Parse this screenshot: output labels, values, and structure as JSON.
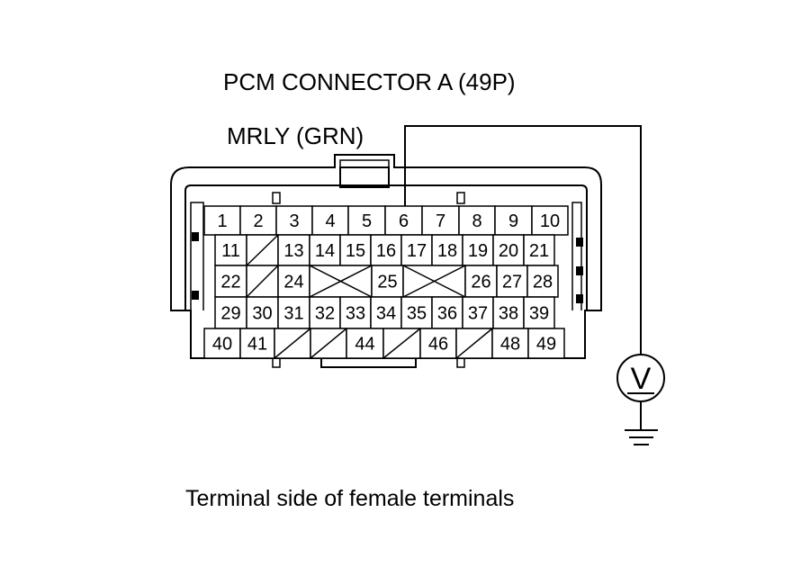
{
  "title": "PCM CONNECTOR A (49P)",
  "wire_label": "MRLY (GRN)",
  "caption": "Terminal side of female terminals",
  "meter_symbol": "V",
  "icons": [
    "voltmeter-icon",
    "ground-icon"
  ],
  "connector": {
    "rows": [
      [
        "1",
        "2",
        "3",
        "4",
        "5",
        "6",
        "7",
        "8",
        "9",
        "10"
      ],
      [
        "11",
        "",
        "13",
        "14",
        "15",
        "16",
        "17",
        "18",
        "19",
        "20",
        "21"
      ],
      [
        "22",
        "",
        "24",
        "",
        "25",
        "",
        "26",
        "27",
        "28"
      ],
      [
        "29",
        "30",
        "31",
        "32",
        "33",
        "34",
        "35",
        "36",
        "37",
        "38",
        "39"
      ],
      [
        "40",
        "41",
        "",
        "",
        "44",
        "",
        "46",
        "",
        "48",
        "49"
      ]
    ]
  }
}
